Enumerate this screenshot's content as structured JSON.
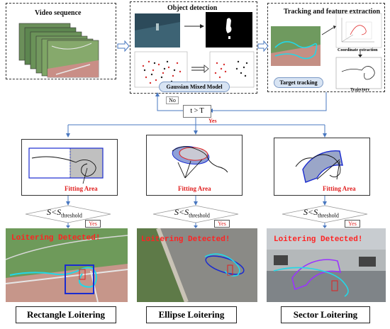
{
  "top": {
    "video_title": "Video sequence",
    "detection_title": "Object detection",
    "tracking_title": "Tracking and feature extraction",
    "gmm_label": "Gaussian Mixed Model",
    "coord_label": "Coordinate extraction",
    "target_tracking_label": "Target tracking",
    "trajectory_label": "Trajectory"
  },
  "decision": {
    "condition": "t > T",
    "no_label": "No",
    "yes_label": "Yes"
  },
  "fitting": {
    "label_1": "Fitting Area",
    "label_2": "Fitting Area",
    "label_3": "Fitting Area"
  },
  "threshold": {
    "s": "S",
    "lt": "<",
    "s_sub": "S",
    "sub": "threshold",
    "yes_1": "Yes",
    "yes_2": "Yes",
    "yes_3": "Yes"
  },
  "detected": {
    "text_1": "Loitering Detected!",
    "text_2": "Loitering Detected!",
    "text_3": "Loitering Detected!"
  },
  "captions": {
    "rect": "Rectangle Loitering",
    "ellipse": "Ellipse Loitering",
    "sector": "Sector Loitering"
  },
  "colors": {
    "arrow_blue": "#4a78c0",
    "fit_red": "#e02020",
    "box_blue": "#1a2bd0",
    "track_cyan": "#22d8e8"
  }
}
